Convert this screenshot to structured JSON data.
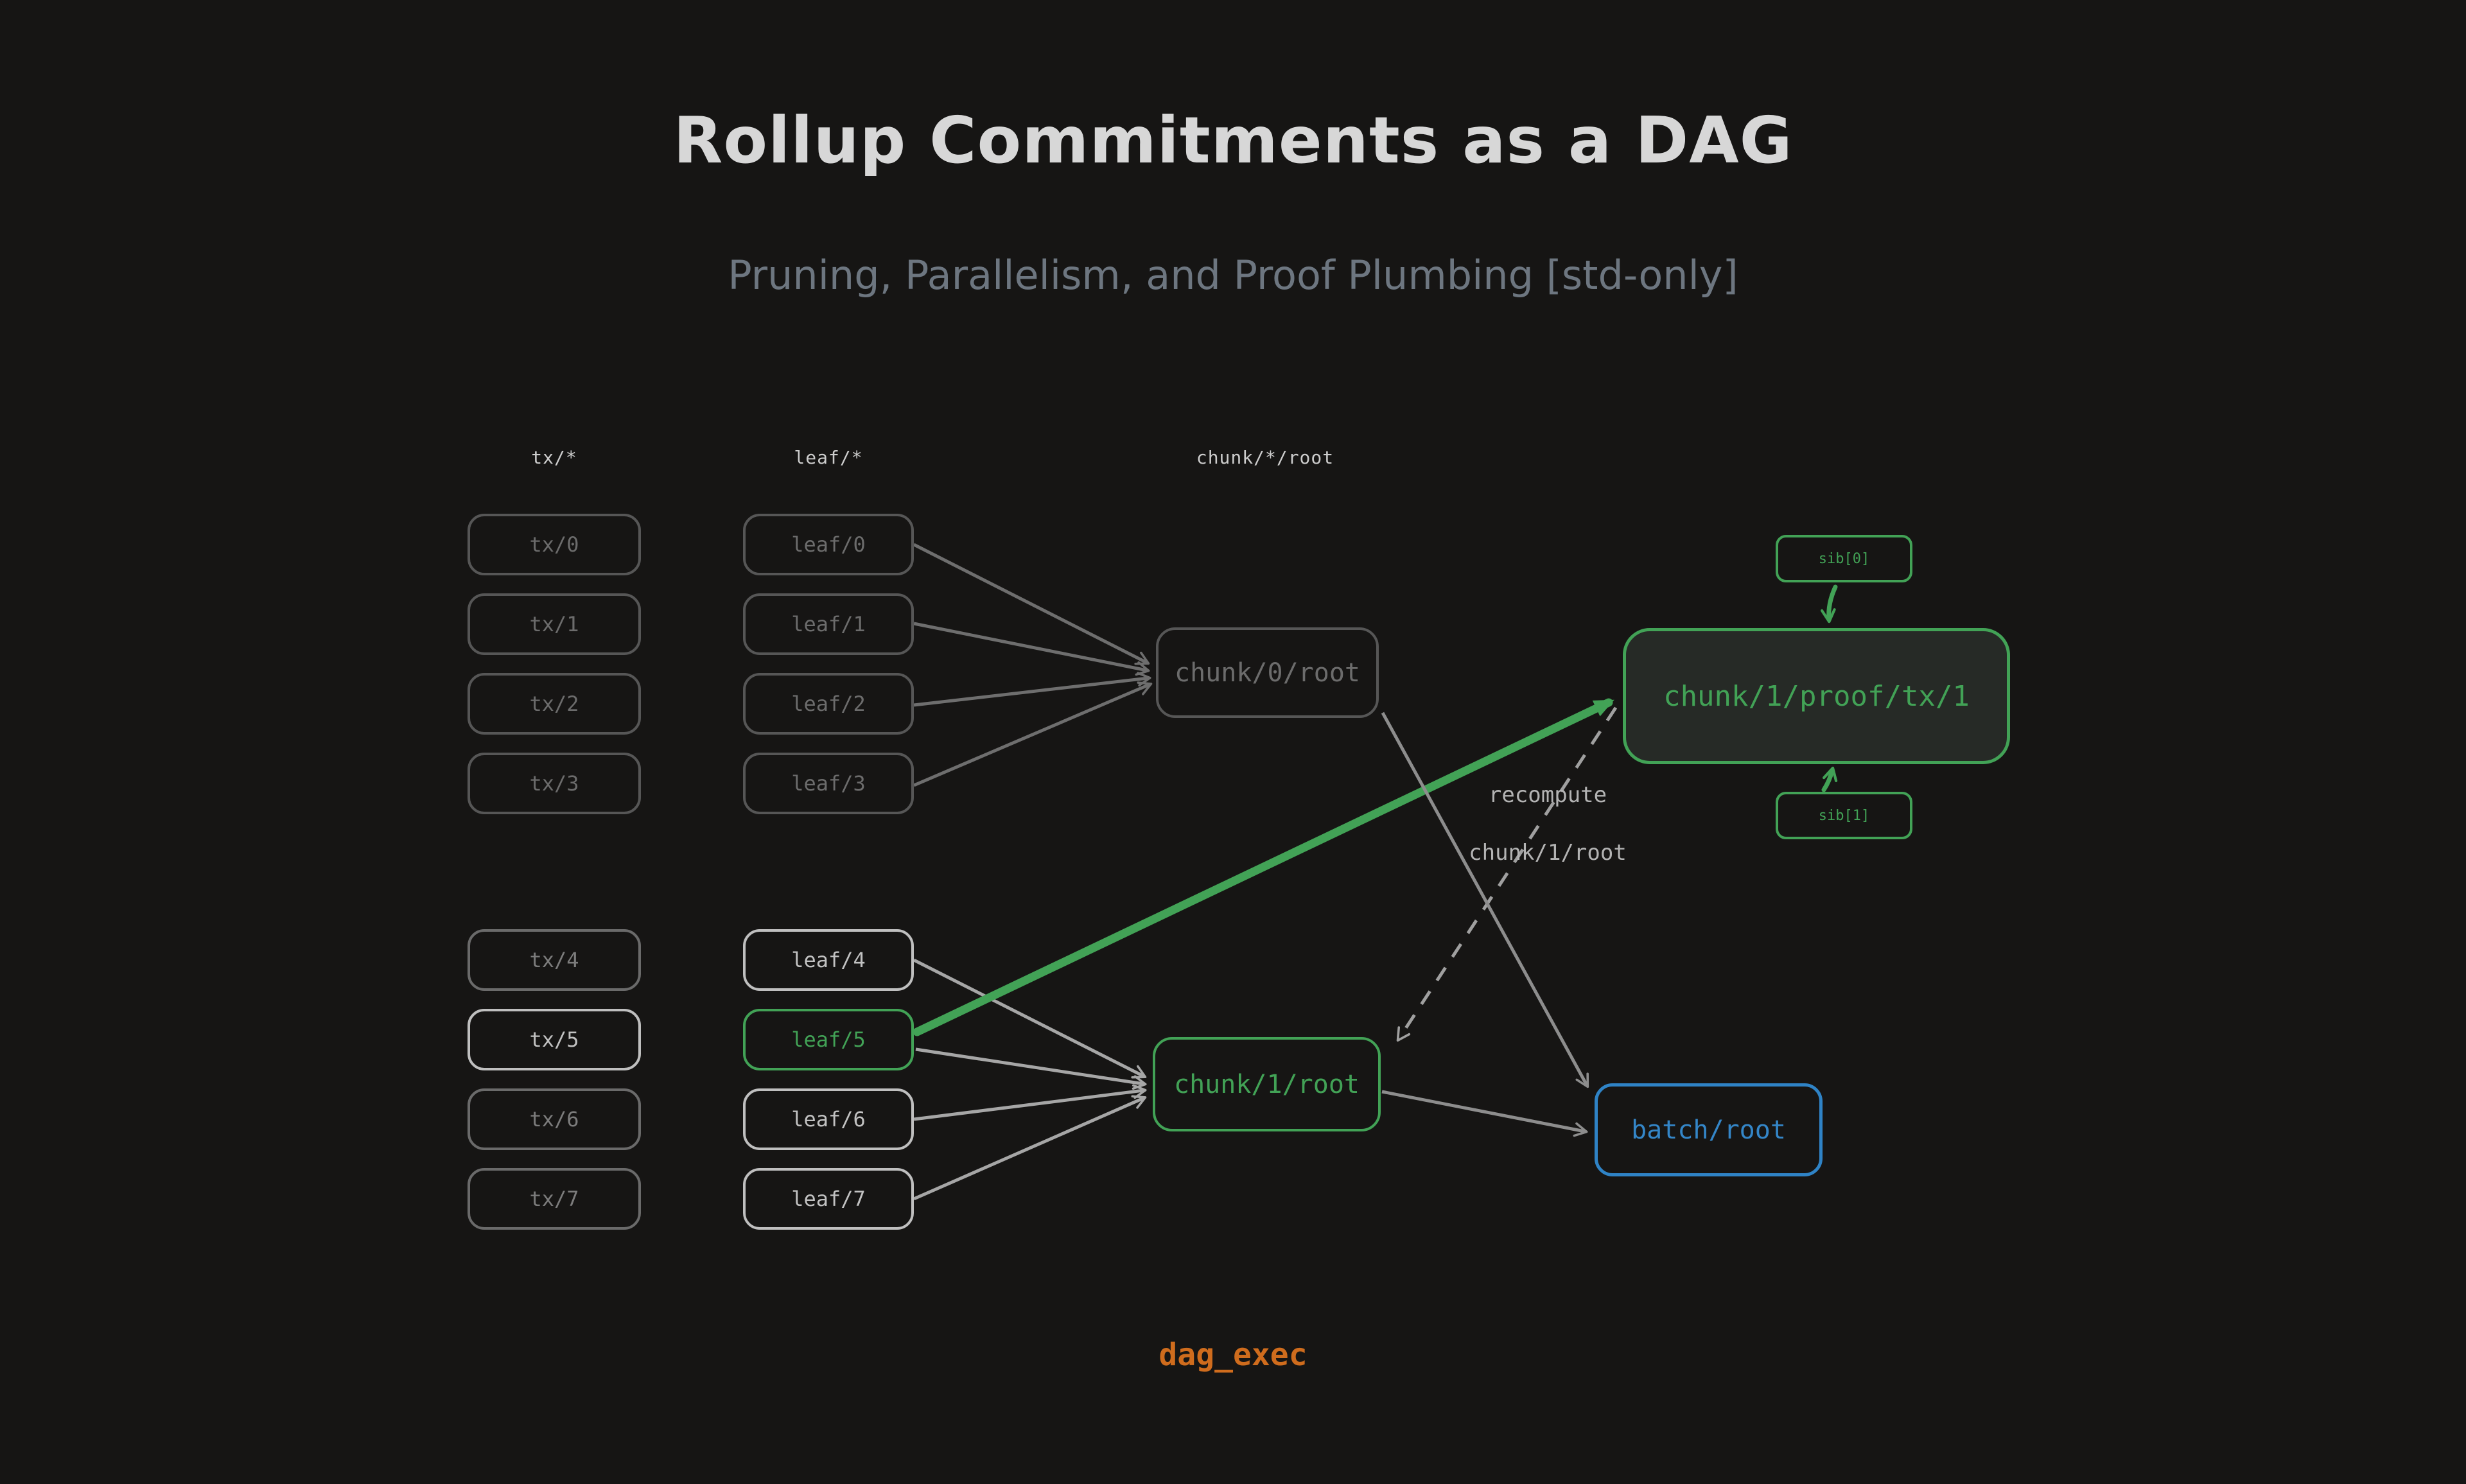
{
  "title": "Rollup Commitments as a DAG",
  "subtitle": "Pruning, Parallelism, and Proof Plumbing [std-only]",
  "columns": {
    "tx": "tx/*",
    "leaf": "leaf/*",
    "chunk": "chunk/*/root"
  },
  "nodes": {
    "tx": [
      {
        "label": "tx/0",
        "state": "dim"
      },
      {
        "label": "tx/1",
        "state": "dim"
      },
      {
        "label": "tx/2",
        "state": "dim"
      },
      {
        "label": "tx/3",
        "state": "dim"
      },
      {
        "label": "tx/4",
        "state": "semi"
      },
      {
        "label": "tx/5",
        "state": "bright"
      },
      {
        "label": "tx/6",
        "state": "semi"
      },
      {
        "label": "tx/7",
        "state": "semi"
      }
    ],
    "leaf": [
      {
        "label": "leaf/0",
        "state": "dim"
      },
      {
        "label": "leaf/1",
        "state": "dim"
      },
      {
        "label": "leaf/2",
        "state": "dim"
      },
      {
        "label": "leaf/3",
        "state": "dim"
      },
      {
        "label": "leaf/4",
        "state": "bright"
      },
      {
        "label": "leaf/5",
        "state": "green"
      },
      {
        "label": "leaf/6",
        "state": "bright"
      },
      {
        "label": "leaf/7",
        "state": "bright"
      }
    ],
    "chunk0": {
      "label": "chunk/0/root",
      "state": "dim"
    },
    "chunk1": {
      "label": "chunk/1/root",
      "state": "green"
    },
    "proof": {
      "label": "chunk/1/proof/tx/1",
      "state": "green"
    },
    "sib0": {
      "label": "sib[0]",
      "state": "green"
    },
    "sib1": {
      "label": "sib[1]",
      "state": "green"
    },
    "batch": {
      "label": "batch/root",
      "state": "blue"
    }
  },
  "annotation": {
    "recompute_line1": "recompute",
    "recompute_line2": "chunk/1/root"
  },
  "footer": "dag_exec",
  "colors": {
    "background": "#161514",
    "green": "#42a256",
    "blue": "#2f83c6",
    "orange": "#cf6c1d",
    "dim_gray": "#565656",
    "bright_gray": "#bfbfbf",
    "arrow_dim": "#6e6e6e",
    "arrow_bright": "#a6a6a6"
  },
  "edges": [
    {
      "from": "leaf/0",
      "to": "chunk/0/root",
      "style": "dim-solid"
    },
    {
      "from": "leaf/1",
      "to": "chunk/0/root",
      "style": "dim-solid"
    },
    {
      "from": "leaf/2",
      "to": "chunk/0/root",
      "style": "dim-solid"
    },
    {
      "from": "leaf/3",
      "to": "chunk/0/root",
      "style": "dim-solid"
    },
    {
      "from": "leaf/4",
      "to": "chunk/1/root",
      "style": "bright-solid"
    },
    {
      "from": "leaf/5",
      "to": "chunk/1/root",
      "style": "bright-solid"
    },
    {
      "from": "leaf/6",
      "to": "chunk/1/root",
      "style": "bright-solid"
    },
    {
      "from": "leaf/7",
      "to": "chunk/1/root",
      "style": "bright-solid"
    },
    {
      "from": "leaf/5",
      "to": "chunk/1/proof/tx/1",
      "style": "green-thick"
    },
    {
      "from": "sib[0]",
      "to": "chunk/1/proof/tx/1",
      "style": "green"
    },
    {
      "from": "sib[1]",
      "to": "chunk/1/proof/tx/1",
      "style": "green"
    },
    {
      "from": "chunk/1/proof/tx/1",
      "to": "chunk/1/root",
      "style": "dashed",
      "label": "recompute chunk/1/root"
    },
    {
      "from": "chunk/0/root",
      "to": "batch/root",
      "style": "gray-solid"
    },
    {
      "from": "chunk/1/root",
      "to": "batch/root",
      "style": "gray-solid"
    }
  ]
}
